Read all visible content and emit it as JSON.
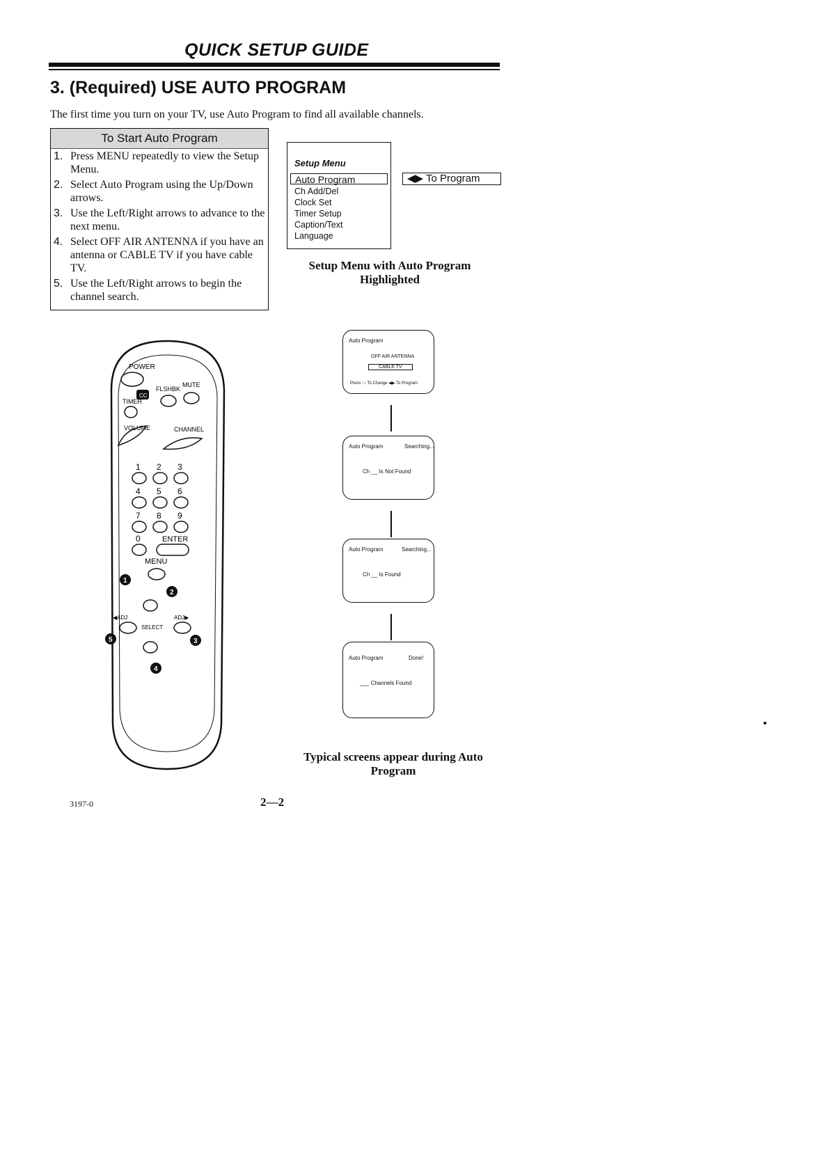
{
  "header": {
    "title": "QUICK SETUP GUIDE"
  },
  "section": {
    "title": "3. (Required) USE AUTO PROGRAM"
  },
  "intro": "The first time you turn on your TV, use Auto Program to find all available channels.",
  "steps_box": {
    "title": "To Start Auto Program",
    "steps": [
      {
        "num": "1.",
        "text": "Press MENU repeatedly to view the Setup Menu."
      },
      {
        "num": "2.",
        "text": "Select Auto Program using the Up/Down arrows."
      },
      {
        "num": "3.",
        "text": "Use the Left/Right arrows to advance to the next menu."
      },
      {
        "num": "4.",
        "text": "Select OFF AIR ANTENNA if you have an antenna or CABLE TV if you have cable TV."
      },
      {
        "num": "5.",
        "text": "Use the Left/Right arrows to begin the channel search."
      }
    ]
  },
  "setup_menu": {
    "title": "Setup Menu",
    "highlighted": "Auto Program",
    "items": [
      "Ch Add/Del",
      "Clock Set",
      "Timer Setup",
      "Caption/Text",
      "Language"
    ],
    "hint": "◀▶ To Program",
    "caption": "Setup Menu with Auto Program Highlighted"
  },
  "remote": {
    "power": "POWER",
    "flshbk": "FLSHBK",
    "mute": "MUTE",
    "timer": "TIMER",
    "cc": "CC",
    "volume": "VOLUME",
    "channel": "CHANNEL",
    "digits": [
      "1",
      "2",
      "3",
      "4",
      "5",
      "6",
      "7",
      "8",
      "9",
      "0"
    ],
    "enter": "ENTER",
    "menu": "MENU",
    "adj_left": "◀ADJ",
    "adj_right": "ADJ▶",
    "select": "SELECT",
    "hand_steps": [
      "1",
      "2",
      "3",
      "4",
      "5"
    ]
  },
  "screens": [
    {
      "title": "Auto Program",
      "line1": "OFF AIR ANTENNA",
      "line2": "CABLE TV",
      "line3": "Press ↑↓ To Change  ◀▶ To Program"
    },
    {
      "title": "Auto Program",
      "status": "Searching...",
      "line1": "Ch __ Is Not Found"
    },
    {
      "title": "Auto Program",
      "status": "Searching...",
      "line1": "Ch __ Is Found"
    },
    {
      "title": "Auto Program",
      "status": "Done!",
      "line1": "___ Channels Found"
    }
  ],
  "screens_caption": "Typical screens appear during Auto Program",
  "footer": {
    "code": "3197-0",
    "page": "2—2"
  }
}
